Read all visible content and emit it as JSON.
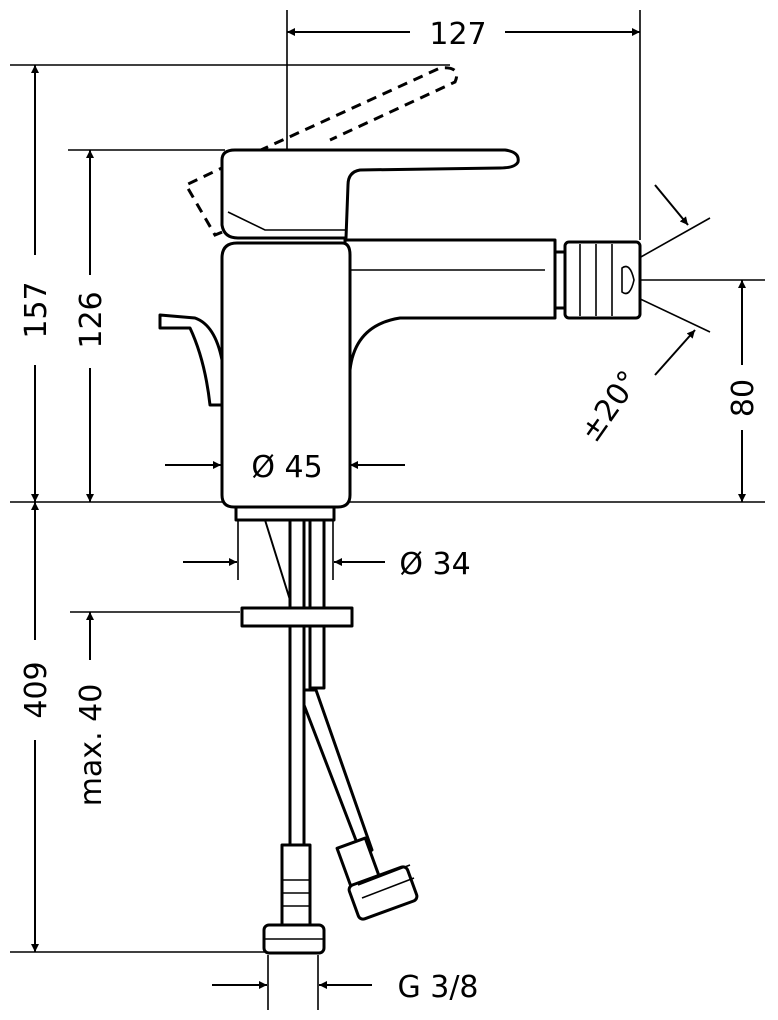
{
  "drawing": {
    "title": "Bidet mixer dimension drawing",
    "dimensions": {
      "width_top": "127",
      "height_total": "157",
      "height_lever": "126",
      "height_spout": "80",
      "swivel_angle": "±20°",
      "body_diameter": "Ø 45",
      "shank_diameter": "Ø 34",
      "below_deck": "409",
      "max_deck_thickness": "max. 40",
      "connection_thread": "G 3/8"
    }
  }
}
